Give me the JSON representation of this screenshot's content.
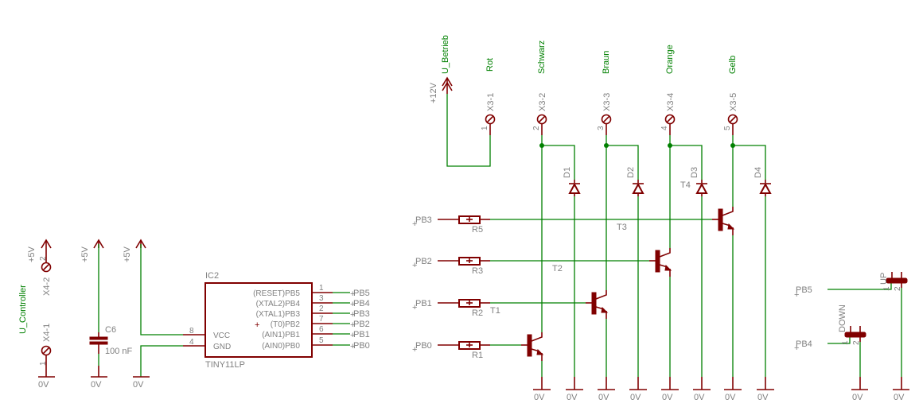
{
  "colors": {
    "wire": "#008000",
    "symbol": "#800000",
    "label": "#808080",
    "net_label": "#008000",
    "background": "#ffffff"
  },
  "power": {
    "plus5v": "+5V",
    "plus12v": "+12V",
    "ground": "0V"
  },
  "controller": {
    "net_label": "U_Controller",
    "x4_1": {
      "name": "X4-1",
      "pin": "1"
    },
    "x4_2": {
      "name": "X4-2",
      "pin": "2"
    }
  },
  "capacitor": {
    "name": "C6",
    "value": "100 nF"
  },
  "ic": {
    "name": "IC2",
    "part": "TINY11LP",
    "left_pins": [
      {
        "label": "VCC",
        "number": "8"
      },
      {
        "label": "GND",
        "number": "4"
      }
    ],
    "right_pins": [
      {
        "label": "(RESET)PB5",
        "number": "1",
        "net": "PB5"
      },
      {
        "label": "(XTAL2)PB4",
        "number": "3",
        "net": "PB4"
      },
      {
        "label": "(XTAL1)PB3",
        "number": "2",
        "net": "PB3"
      },
      {
        "label": "(T0)PB2",
        "number": "7",
        "net": "PB2"
      },
      {
        "label": "(AIN1)PB1",
        "number": "6",
        "net": "PB1"
      },
      {
        "label": "(AIN0)PB0",
        "number": "5",
        "net": "PB0"
      }
    ]
  },
  "connector_x3": {
    "supply_net": "U_Betrieb",
    "pins": [
      {
        "name": "X3-1",
        "pin": "1",
        "net": "Rot"
      },
      {
        "name": "X3-2",
        "pin": "2",
        "net": "Schwarz"
      },
      {
        "name": "X3-3",
        "pin": "3",
        "net": "Braun"
      },
      {
        "name": "X3-4",
        "pin": "4",
        "net": "Orange"
      },
      {
        "name": "X3-5",
        "pin": "5",
        "net": "Gelb"
      }
    ]
  },
  "diodes": [
    "D1",
    "D2",
    "D3",
    "D4"
  ],
  "transistors": [
    "T1",
    "T2",
    "T3",
    "T4"
  ],
  "resistors": [
    {
      "name": "R5",
      "net": "PB3"
    },
    {
      "name": "R3",
      "net": "PB2"
    },
    {
      "name": "R2",
      "net": "PB1"
    },
    {
      "name": "R1",
      "net": "PB0"
    }
  ],
  "switches": [
    {
      "name": "UP",
      "net": "PB5",
      "pin1": "1",
      "pin2": "2"
    },
    {
      "name": "DOWN",
      "net": "PB4",
      "pin1": "1",
      "pin2": "2"
    }
  ]
}
